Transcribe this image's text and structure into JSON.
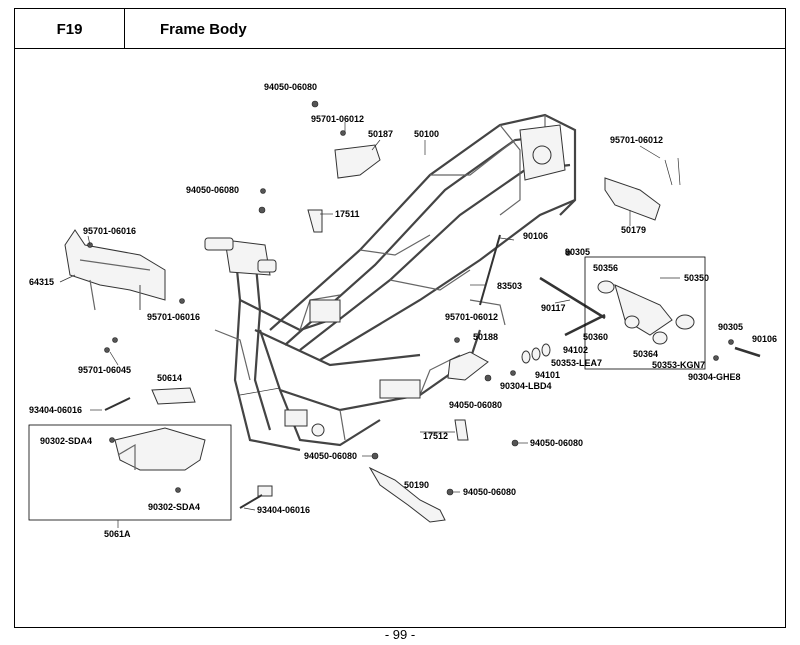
{
  "header": {
    "code": "F19",
    "title": "Frame Body"
  },
  "page": "- 99 -",
  "labels": [
    "94050-06080",
    "95701-06012",
    "50187",
    "50100",
    "95701-06012",
    "94050-06080",
    "17511",
    "50179",
    "95701-06016",
    "64315",
    "90106",
    "90305",
    "83503",
    "50356",
    "50350",
    "90117",
    "95701-06016",
    "95701-06012",
    "50188",
    "50360",
    "90305",
    "90106",
    "94102",
    "50353-LEA7",
    "94101",
    "50364",
    "50353-KGN7",
    "95701-06045",
    "50614",
    "90304-LBD4",
    "90304-GHE8",
    "93404-06016",
    "94050-06080",
    "17512",
    "90302-SDA4",
    "94050-06080",
    "94050-06080",
    "50190",
    "94050-06080",
    "90302-SDA4",
    "93404-06016",
    "5061A"
  ]
}
